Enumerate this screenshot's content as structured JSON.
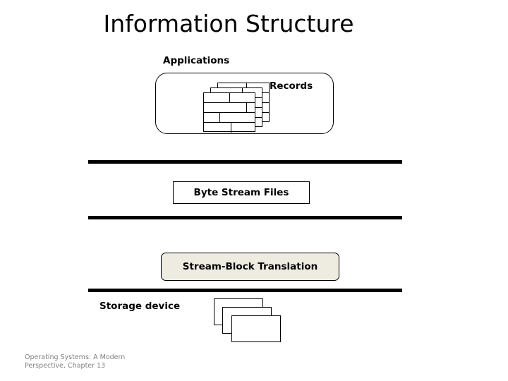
{
  "slide": {
    "title": "Information Structure",
    "background_color": "#FFFFFF",
    "text_color": "#000000"
  },
  "layers": {
    "applications": {
      "label": "Applications",
      "records_label": "Records",
      "records_icon": "record-stack-icon",
      "container_shape": "rounded-rectangle"
    },
    "byte_stream": {
      "label": "Byte Stream Files",
      "container_shape": "rectangle",
      "fill_color": "#FFFFFF"
    },
    "stream_block": {
      "label": "Stream-Block Translation",
      "container_shape": "rounded-rectangle",
      "fill_color": "#EEEBE1"
    },
    "storage": {
      "label": "Storage device",
      "disk_icon": "disk-platter-stack-icon",
      "block_count": 3
    }
  },
  "separators": {
    "count": 3,
    "color": "#000000",
    "names": [
      "interface-bar-applications-byte-stream",
      "interface-bar-byte-stream-translation",
      "interface-bar-translation-storage"
    ]
  },
  "footer": {
    "line1": "Operating Systems: A Modern",
    "line2": "Perspective, Chapter 13",
    "color": "#7F7F7F"
  }
}
